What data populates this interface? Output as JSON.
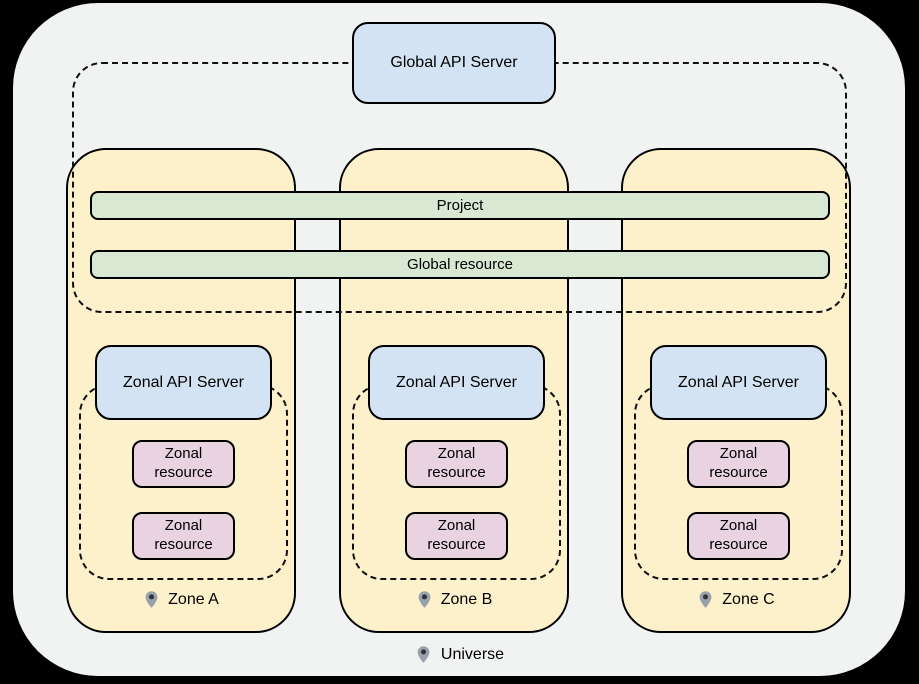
{
  "colors": {
    "background": "#000000",
    "universe_fill": "#f1f2f2",
    "zone_fill": "#fdf1cc",
    "api_server_fill": "#d3e3f3",
    "bar_fill": "#d8e8d3",
    "resource_fill": "#e9d3e1",
    "pin": "#98a1ac",
    "pin_dot": "#2f3337"
  },
  "global_api_server": {
    "label": "Global API Server"
  },
  "bars": {
    "project": "Project",
    "global_resource": "Global resource"
  },
  "zones": [
    {
      "name": "Zone A",
      "api_server_label": "Zonal API Server",
      "resources": [
        "Zonal resource",
        "Zonal resource"
      ]
    },
    {
      "name": "Zone B",
      "api_server_label": "Zonal API Server",
      "resources": [
        "Zonal resource",
        "Zonal resource"
      ]
    },
    {
      "name": "Zone C",
      "api_server_label": "Zonal API Server",
      "resources": [
        "Zonal resource",
        "Zonal resource"
      ]
    }
  ],
  "universe": {
    "label": "Universe"
  }
}
